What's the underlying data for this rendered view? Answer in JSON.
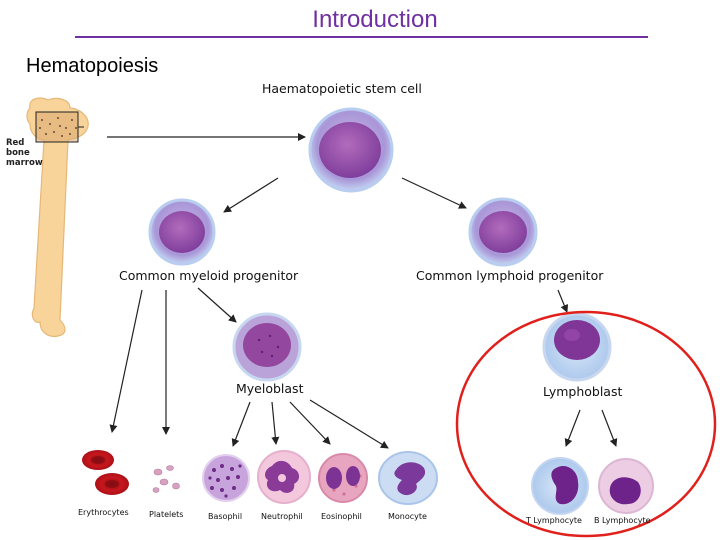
{
  "slide": {
    "title": "Introduction",
    "subtitle": "Hematopoiesis"
  },
  "bone_label": [
    "Red",
    "bone",
    "marrow"
  ],
  "cells": {
    "stem": "Haematopoietic stem cell",
    "myeloid": "Common myeloid progenitor",
    "lymphoid": "Common lymphoid progenitor",
    "myeloblast": "Myeloblast",
    "lymphoblast": "Lymphoblast",
    "erythrocytes": "Erythrocytes",
    "platelets": "Platelets",
    "basophil": "Basophil",
    "neutrophil": "Neutrophil",
    "eosinophil": "Eosinophil",
    "monocyte": "Monocyte",
    "t_lymphocyte": "T Lymphocyte",
    "b_lymphocyte": "B Lymphocyte"
  },
  "colors": {
    "title": "#7030a0",
    "highlight_circle": "#e0201c",
    "nucleus": "#8a3f9e",
    "erythrocyte": "#c0151b",
    "bone": "#f8d49a"
  }
}
